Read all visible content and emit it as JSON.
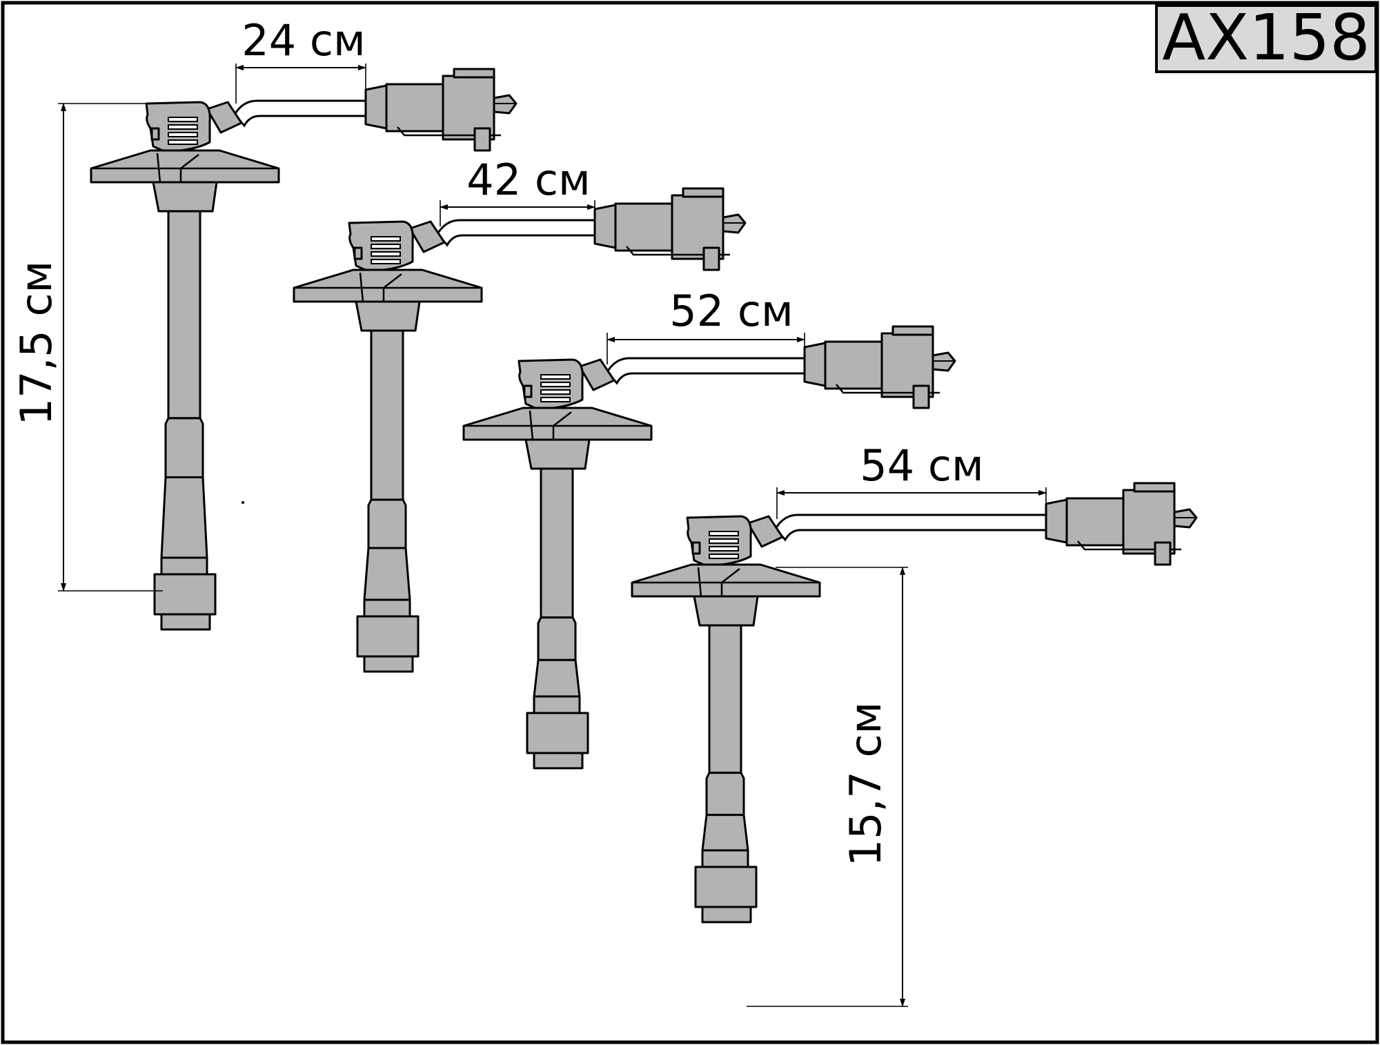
{
  "model_code": "AX158",
  "wires": [
    {
      "id": "wire-1",
      "length_label": "24 см"
    },
    {
      "id": "wire-2",
      "length_label": "42 см"
    },
    {
      "id": "wire-3",
      "length_label": "52 см"
    },
    {
      "id": "wire-4",
      "length_label": "54 см"
    }
  ],
  "dimensions": {
    "boot_height_left": "17,5 см",
    "boot_height_right": "15,7 см"
  },
  "colors": {
    "part_fill": "#b3b3b3",
    "label_box_fill": "#d9d9d9",
    "line": "#000000"
  }
}
